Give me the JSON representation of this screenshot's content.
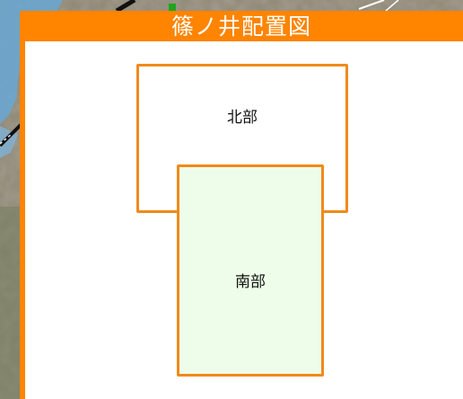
{
  "title": "篠ノ井配置図",
  "zones": [
    {
      "label": "北部",
      "highlighted": false
    },
    {
      "label": "南部",
      "highlighted": true
    }
  ],
  "colors": {
    "panel_frame": "#ff8400",
    "zone_border": "#f08a1a",
    "highlight_fill": "#edfde9",
    "river": "#6aa6cf"
  },
  "map": {
    "background": "satellite-imagery"
  }
}
